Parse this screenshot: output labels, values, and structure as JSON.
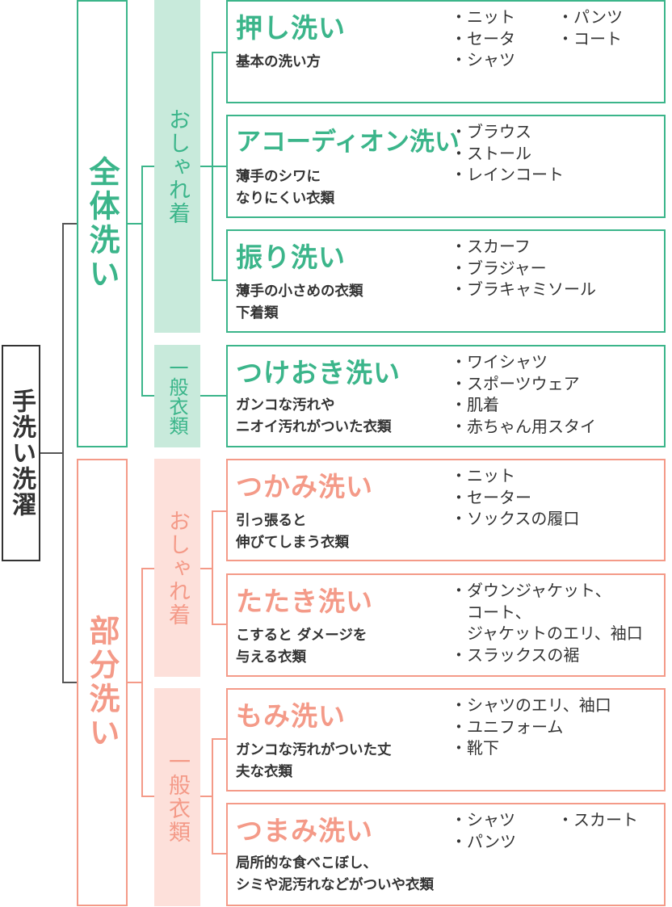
{
  "colors": {
    "green": "#3bb58a",
    "green_fill": "#c8eadb",
    "pink": "#f49a88",
    "pink_fill": "#fde0da",
    "root": "#333333"
  },
  "root": {
    "label": "手洗い洗濯"
  },
  "groups": [
    {
      "label": "全体洗い",
      "subgroups": [
        {
          "label": "おしゃれ着",
          "methods": [
            {
              "title": "押し洗い",
              "desc": "基本の洗い方",
              "items": "・ニット\n・セータ\n・シャツ",
              "items2": "・パンツ\n・コート"
            },
            {
              "title": "アコーディオン洗い",
              "desc": "薄手のシワに\nなりにくい衣類",
              "items": "・ブラウス\n・ストール\n・レインコート"
            },
            {
              "title": "振り洗い",
              "desc": "薄手の小さめの衣類\n下着類",
              "items": "・スカーフ\n・ブラジャー\n・ブラキャミソール"
            }
          ]
        },
        {
          "label": "一般衣類",
          "methods": [
            {
              "title": "つけおき洗い",
              "desc": "ガンコな汚れや\nニオイ汚れがついた衣類",
              "items": "・ワイシャツ\n・スポーツウェア\n・肌着\n・赤ちゃん用スタイ"
            }
          ]
        }
      ]
    },
    {
      "label": "部分洗い",
      "subgroups": [
        {
          "label": "おしゃれ着",
          "methods": [
            {
              "title": "つかみ洗い",
              "desc": "引っ張ると\n伸びてしまう衣類",
              "items": "・ニット\n・セーター\n・ソックスの履口"
            },
            {
              "title": "たたき洗い",
              "desc": "こすると ダメージを\n与える衣類",
              "items": "・ダウンジャケット、\n　コート、\n　ジャケットのエリ、袖口\n・スラックスの裾"
            }
          ]
        },
        {
          "label": "一般衣類",
          "methods": [
            {
              "title": "もみ洗い",
              "desc": "ガンコな汚れがついた丈\n夫な衣類",
              "items": "・シャツのエリ、袖口\n・ユニフォーム\n・靴下"
            },
            {
              "title": "つまみ洗い",
              "desc": "局所的な食べこぼし、\nシミや泥汚れなどがついや衣類",
              "items": "・シャツ\n・パンツ",
              "items2": "・スカート"
            }
          ]
        }
      ]
    }
  ]
}
